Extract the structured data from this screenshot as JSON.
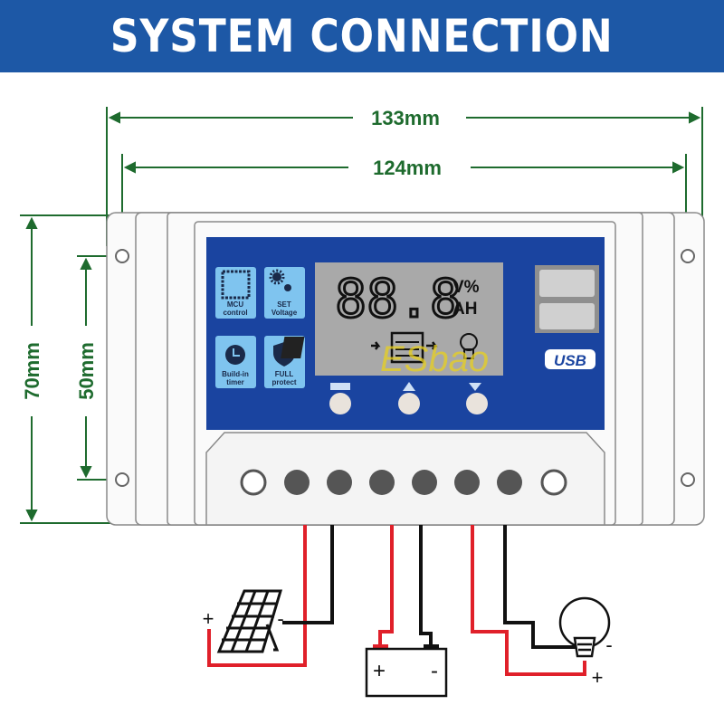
{
  "header": {
    "title": "SYSTEM CONNECTION"
  },
  "dimensions": {
    "outer_width": "133mm",
    "inner_width": "124mm",
    "outer_height": "70mm",
    "hole_spacing": "50mm"
  },
  "panel": {
    "features": [
      {
        "line1": "MCU",
        "line2": "control",
        "icon": "chip-icon"
      },
      {
        "line1": "SET",
        "line2": "Voltage",
        "icon": "gears-icon"
      },
      {
        "line1": "Build-in",
        "line2": "timer",
        "icon": "alarm-clock-icon"
      },
      {
        "line1": "FULL",
        "line2": "protect",
        "icon": "shield-icon"
      }
    ],
    "lcd": {
      "digits": "88.8",
      "unit_top": "V%",
      "unit_bottom": "AH"
    },
    "usb_label": "USB",
    "watermark": "ESbao"
  },
  "wiring": {
    "solar": {
      "plus": "+",
      "minus": "-"
    },
    "battery": {
      "plus": "+",
      "minus": "-"
    },
    "load": {
      "plus": "+",
      "minus": "-"
    }
  },
  "colors": {
    "header": "#1d58a6",
    "panel": "#1a44a0",
    "dimension": "#1e6b2e",
    "positive_wire": "#e0202a",
    "negative_wire": "#111111"
  }
}
